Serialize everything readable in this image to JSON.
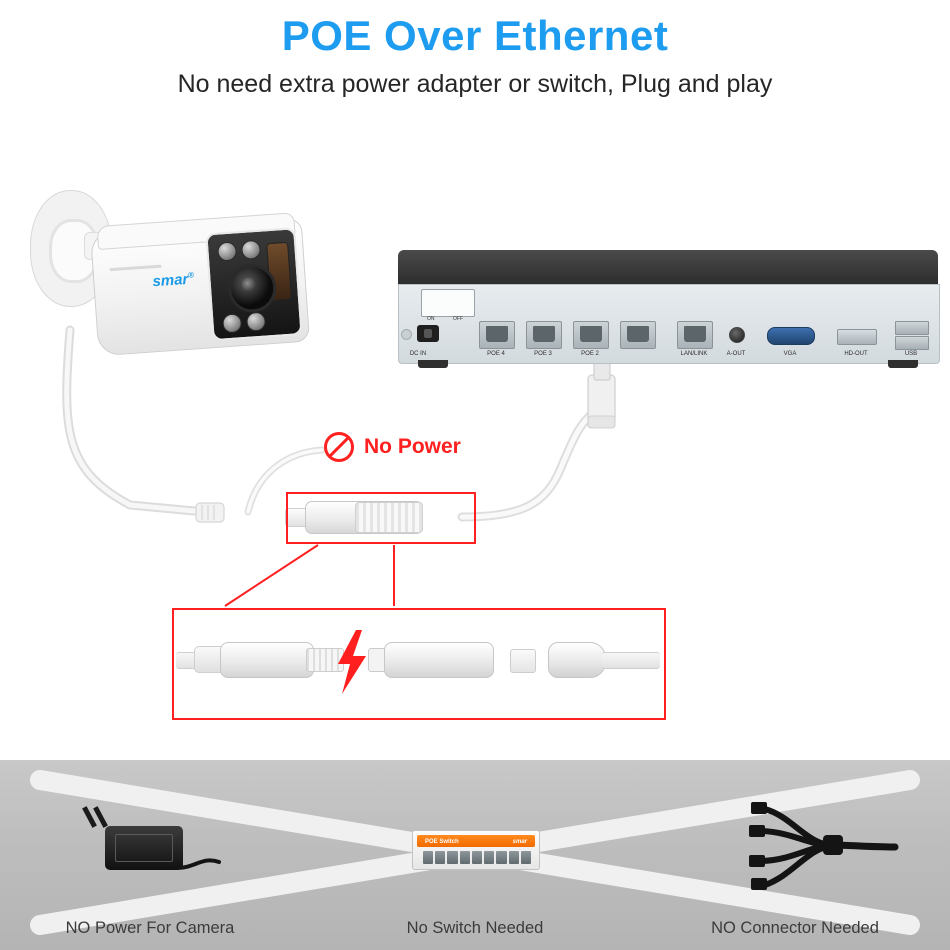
{
  "header": {
    "title": "POE Over Ethernet",
    "subtitle": "No need extra power adapter or switch, Plug and play",
    "title_color": "#1e9cf0",
    "subtitle_color": "#262626"
  },
  "camera": {
    "brand": "smar",
    "brand_sup": "®",
    "name": "poe-bullet-camera"
  },
  "nvr": {
    "name": "poe-nvr-recorder",
    "power_switch": {
      "on_label": "ON",
      "off_label": "OFF"
    },
    "dc_port_label": "DC IN",
    "ports": [
      {
        "label": "POE 4"
      },
      {
        "label": "POE 3"
      },
      {
        "label": "POE 2"
      },
      {
        "label": ""
      },
      {
        "label": "LAN/LINK"
      }
    ],
    "io_labels": [
      {
        "label": "A-OUT"
      },
      {
        "label": "VGA"
      },
      {
        "label": "HD-OUT"
      },
      {
        "label": "USB"
      }
    ]
  },
  "callouts": {
    "no_power": {
      "text": "No Power",
      "color": "#ff2020",
      "icon": "prohibition-icon"
    },
    "highlight_color": "#ff2020"
  },
  "bottom_band": {
    "items": [
      {
        "label": "NO Power For Camera",
        "icon": "power-adapter-icon"
      },
      {
        "label": "No Switch Needed",
        "icon": "network-switch-icon"
      },
      {
        "label": "NO Connector Needed",
        "icon": "splitter-cable-icon"
      }
    ],
    "switch_brand_left": "POE Switch",
    "switch_brand_right": "smar",
    "cross_color": "#f0f0f0",
    "background_color": "#bdbdbd",
    "label_color": "#3b3b3b"
  }
}
